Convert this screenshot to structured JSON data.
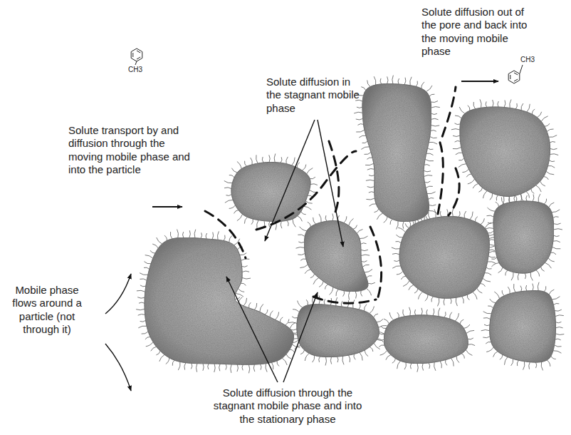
{
  "diagram": {
    "labels": [
      "Solute diffusion out of the pore and back into the moving mobile phase",
      "Solute diffusion in the stagnant mobile phase",
      "Solute transport by and diffusion through the moving mobile phase and into the particle",
      "Mobile phase flows around a particle (not through it)",
      "Solute diffusion through the stagnant mobile phase and into the stationary phase",
      "CH3",
      "CH3"
    ]
  }
}
